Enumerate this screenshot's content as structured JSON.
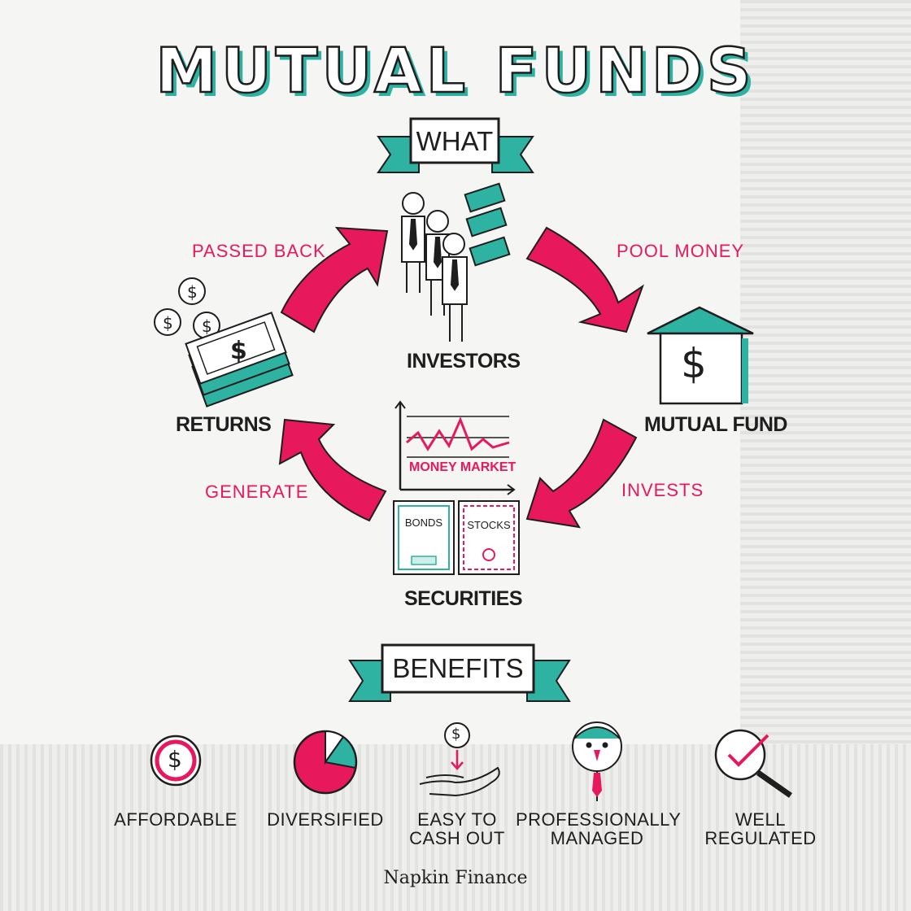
{
  "title": "MUTUAL FUNDS",
  "what_label": "WHAT",
  "benefits_label": "BENEFITS",
  "nodes": {
    "investors": "INVESTORS",
    "mutual_fund": "MUTUAL FUND",
    "securities": "SECURITIES",
    "returns": "RETURNS"
  },
  "arrows": {
    "pool_money": "POOL MONEY",
    "invests": "INVESTS",
    "generate": "GENERATE",
    "passed_back": "PASSED BACK"
  },
  "securities_detail": {
    "money_market": "MONEY MARKET",
    "bonds": "BONDS",
    "stocks": "STOCKS"
  },
  "dollar_sign": "$",
  "benefits": [
    {
      "line1": "AFFORDABLE",
      "line2": "",
      "icon": "coin-icon"
    },
    {
      "line1": "DIVERSIFIED",
      "line2": "",
      "icon": "pie-chart-icon"
    },
    {
      "line1": "EASY TO",
      "line2": "CASH OUT",
      "icon": "coin-in-hand-icon"
    },
    {
      "line1": "PROFESSIONALLY",
      "line2": "MANAGED",
      "icon": "professional-person-icon"
    },
    {
      "line1": "WELL",
      "line2": "REGULATED",
      "icon": "magnifier-check-icon"
    }
  ],
  "brand": "Napkin Finance",
  "colors": {
    "accent_pink": "#e8185d",
    "accent_teal": "#2eb3a3",
    "ink": "#1e1e1e",
    "napkin": "#f4f4f3"
  }
}
